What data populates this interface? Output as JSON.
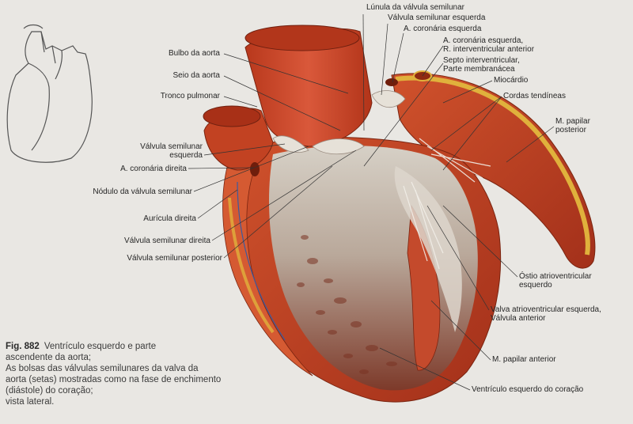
{
  "figure": {
    "number": "Fig. 882",
    "caption_lines": [
      "Ventrículo esquerdo e parte",
      "ascendente da aorta;",
      "As bolsas das válvulas semilunares da valva da",
      "aorta (setas) mostradas como na fase de enchimento",
      "(diástole) do coração;",
      "vista lateral."
    ]
  },
  "labels": {
    "lunula": "Lúnula da válvula semilunar",
    "valvula_sl_esq_top": "Válvula semilunar esquerda",
    "coronaria_esq": "A. coronária esquerda",
    "coronaria_esq_ramo_1": "A. coronária esquerda,",
    "coronaria_esq_ramo_2": "R. interventricular anterior",
    "septo_1": "Septo interventricular,",
    "septo_2": "Parte membranácea",
    "miocardio": "Miocárdio",
    "cordas": "Cordas tendíneas",
    "papilar_post_1": "M. papilar",
    "papilar_post_2": "posterior",
    "bulbo": "Bulbo da aorta",
    "seio": "Seio da aorta",
    "tronco": "Tronco pulmonar",
    "valvula_sl_esq_left_1": "Válvula semilunar",
    "valvula_sl_esq_left_2": "esquerda",
    "coronaria_dir": "A. coronária direita",
    "nodulo": "Nódulo da válvula semilunar",
    "auricula": "Aurícula direita",
    "valvula_sl_dir": "Válvula semilunar direita",
    "valvula_sl_post": "Válvula semilunar posterior",
    "ostio_1": "Óstio atrioventricular",
    "ostio_2": "esquerdo",
    "valva_av_1": "Valva atrioventricular esquerda,",
    "valva_av_2": "Válvula anterior",
    "papilar_ant": "M. papilar anterior",
    "ventriculo": "Ventrículo esquerdo do coração"
  },
  "colors": {
    "background": "#e9e7e3",
    "muscle": "#c8421f",
    "muscle_dark": "#8e2a12",
    "aorta": "#cf4a2a",
    "myocardium_fat": "#e2b540",
    "interior": "#c9bfb4",
    "leader_line": "#333333"
  },
  "icons": {
    "orientation": "heart-outline-icon"
  }
}
